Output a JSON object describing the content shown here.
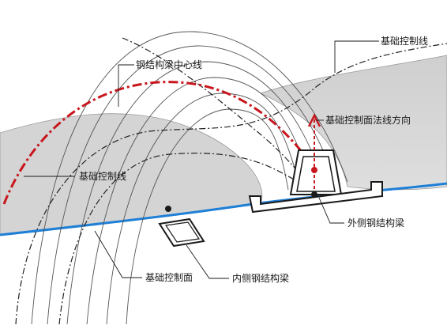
{
  "labels": {
    "top_right": "基础控制线",
    "centerline": "钢结构梁中心线",
    "normal_dir": "基础控制面法线方向",
    "left_control": "基础控制线",
    "outer_beam": "外侧钢结构梁",
    "control_surface": "基础控制面",
    "inner_beam": "内侧钢结构梁"
  },
  "colors": {
    "surface_fill": "#d6d6d6",
    "surface_edge": "#9a9a9a",
    "centerline": "#c8161d",
    "blue_line": "#1e7fd6",
    "dark": "#1a1a1a"
  }
}
